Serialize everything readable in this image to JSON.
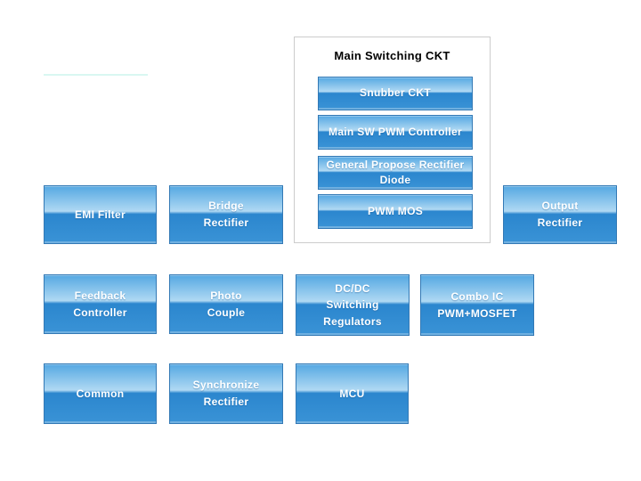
{
  "colors": {
    "btn_top": "#55a8e2",
    "btn_band": "#b0d9f3",
    "btn_deep": "#2b86ce",
    "btn_bottom": "#3a93d6",
    "btn_border": "#3379b5",
    "box_border": "#cccccc",
    "title_color": "#000000",
    "label_color": "#ffffff",
    "ghost_line": "#d9f7f2"
  },
  "main_group": {
    "title": "Main Switching CKT",
    "blocks": [
      {
        "label": "Snubber CKT"
      },
      {
        "label": "Main SW PWM Controller"
      },
      {
        "label": "General Propose Rectifier\nDiode"
      },
      {
        "label": "PWM MOS"
      }
    ]
  },
  "blocks": [
    {
      "id": "emi-filter",
      "label": "EMI Filter"
    },
    {
      "id": "bridge-rectifier",
      "label": "Bridge\nRectifier"
    },
    {
      "id": "output-rectifier",
      "label": "Output\nRectifier"
    },
    {
      "id": "feedback-controller",
      "label": "Feedback\nController"
    },
    {
      "id": "photo-couple",
      "label": "Photo\nCouple"
    },
    {
      "id": "dcdc-switching-regulators",
      "label": "DC/DC\nSwitching\nRegulators"
    },
    {
      "id": "combo-ic-pwm-mosfet",
      "label": "Combo IC\nPWM+MOSFET"
    },
    {
      "id": "common",
      "label": "Common"
    },
    {
      "id": "synchronize-rectifier",
      "label": "Synchronize\nRectifier"
    },
    {
      "id": "mcu",
      "label": "MCU"
    }
  ]
}
